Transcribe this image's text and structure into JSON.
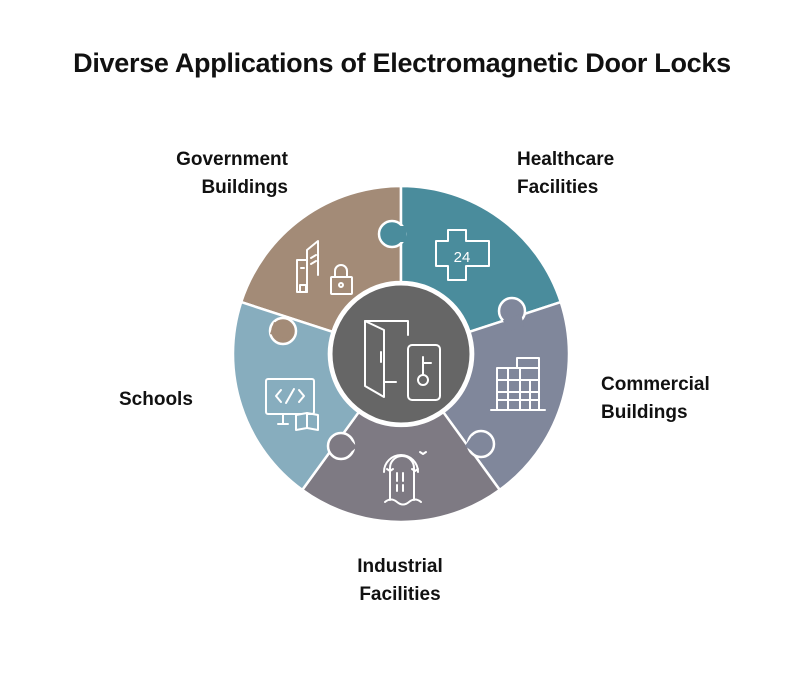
{
  "title": "Diverse Applications of Electromagnetic Door Locks",
  "center": {
    "icon": "door-key-icon",
    "color": "#666666"
  },
  "segments": [
    {
      "id": "government",
      "line1": "Government",
      "line2": "Buildings",
      "icon": "buildings-lock-icon",
      "color": "#A38B77"
    },
    {
      "id": "healthcare",
      "line1": "Healthcare",
      "line2": "Facilities",
      "icon": "medical-cross-24-icon",
      "icon_text": "24",
      "color": "#4A8C9C"
    },
    {
      "id": "commercial",
      "line1": "Commercial",
      "line2": "Buildings",
      "icon": "office-building-icon",
      "color": "#80879B"
    },
    {
      "id": "industrial",
      "line1": "Industrial",
      "line2": "Facilities",
      "icon": "dam-gate-icon",
      "color": "#7E7A83"
    },
    {
      "id": "schools",
      "line1": "Schools",
      "line2": "",
      "icon": "computer-book-icon",
      "color": "#87ADBE"
    }
  ]
}
